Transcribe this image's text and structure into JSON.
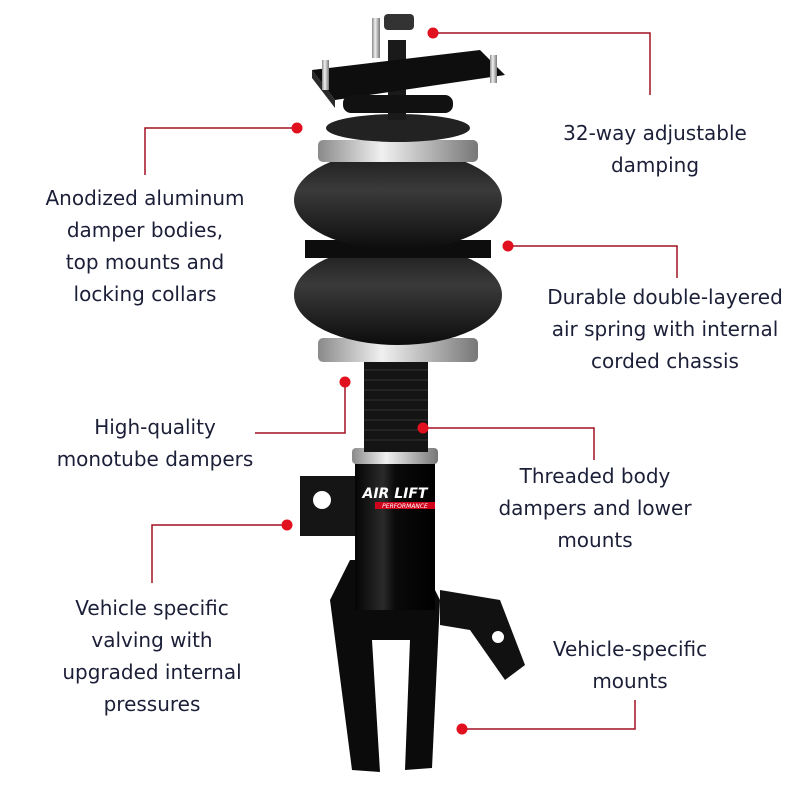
{
  "colors": {
    "accent": "#d0021b",
    "text": "#1c1f38",
    "background": "#ffffff"
  },
  "product": {
    "logo_text": "AIR LIFT PERFORMANCE"
  },
  "callouts": [
    {
      "lines": [
        "32-way adjustable",
        "damping"
      ]
    },
    {
      "lines": [
        "Anodized aluminum",
        "damper bodies,",
        "top mounts and",
        "locking collars"
      ]
    },
    {
      "lines": [
        "Durable double-layered",
        "air spring with internal",
        "corded chassis"
      ]
    },
    {
      "lines": [
        "High-quality",
        "monotube dampers"
      ]
    },
    {
      "lines": [
        "Threaded body",
        "dampers and lower",
        "mounts"
      ]
    },
    {
      "lines": [
        "Vehicle specific",
        "valving with",
        "upgraded internal",
        "pressures"
      ]
    },
    {
      "lines": [
        "Vehicle-specific",
        "mounts"
      ]
    }
  ]
}
